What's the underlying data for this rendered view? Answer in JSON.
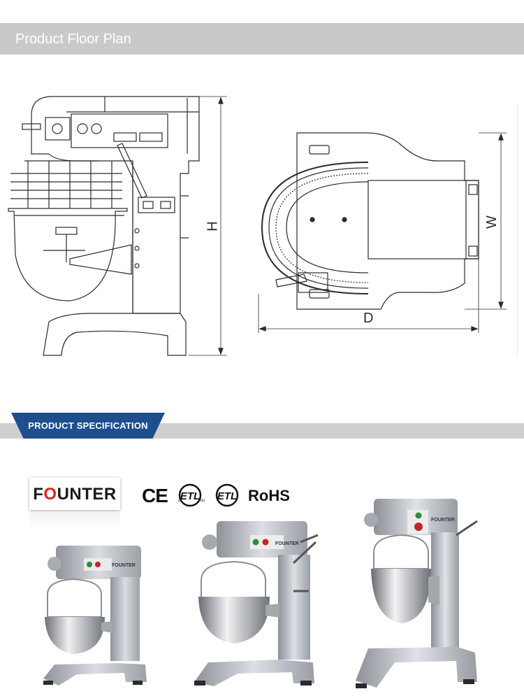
{
  "floor_plan": {
    "title": "Product Floor Plan",
    "dimension_labels": {
      "height": "H",
      "width": "W",
      "depth": "D"
    }
  },
  "specification": {
    "title": "PRODUCT SPECIFICATION",
    "brand": {
      "prefix": "F",
      "accent": "O",
      "suffix": "UNTER",
      "accent_color": "#e2231a"
    },
    "certifications": [
      "CE",
      "ETL",
      "ETL",
      "RoHS"
    ],
    "tab_color": "#1f4e8c"
  },
  "product_images": [
    {
      "label": "FOUNTER"
    },
    {
      "label": "FOUNTER"
    },
    {
      "label": "FOUNTER"
    }
  ]
}
